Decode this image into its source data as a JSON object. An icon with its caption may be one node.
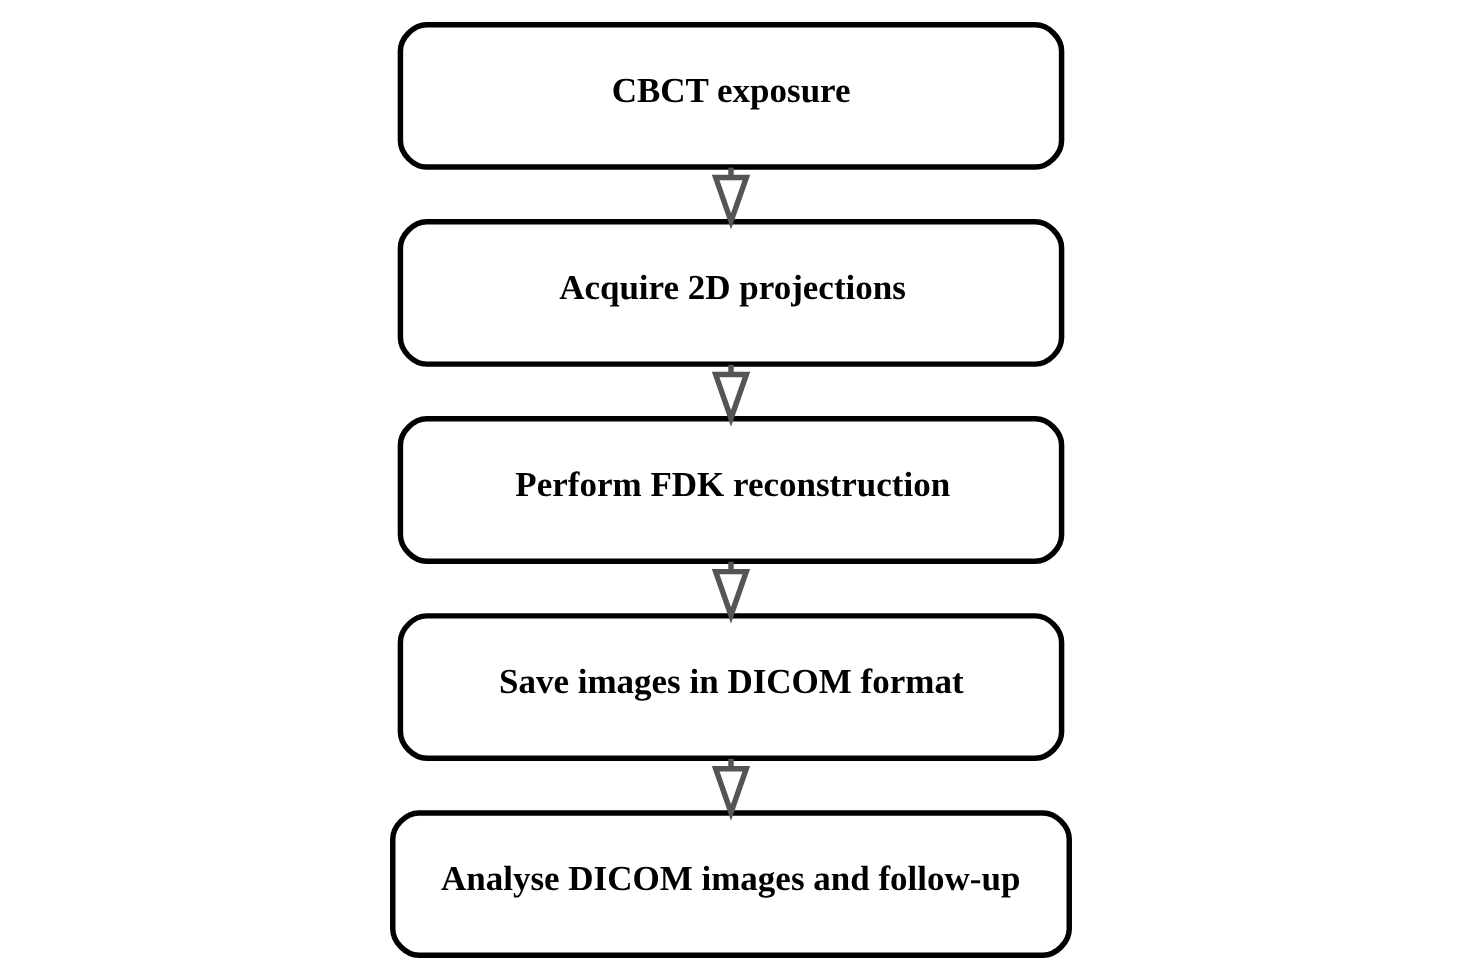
{
  "diagram": {
    "nodes": [
      {
        "text": [
          "CBCT exposure"
        ]
      },
      {
        "text": [
          "Acquire 2D projections"
        ]
      },
      {
        "text": [
          "Perform FDK reconstruction"
        ]
      },
      {
        "text": [
          "Save images in DICOM format"
        ]
      },
      {
        "text": [
          "Analyse DICOM images and follow-up"
        ]
      }
    ],
    "edges": [
      {
        "from": 0,
        "to": 1,
        "arrow": "to"
      },
      {
        "from": 1,
        "to": 2,
        "arrow": "to"
      },
      {
        "from": 2,
        "to": 3,
        "arrow": "to"
      },
      {
        "from": 3,
        "to": 4,
        "arrow": "to"
      }
    ]
  }
}
